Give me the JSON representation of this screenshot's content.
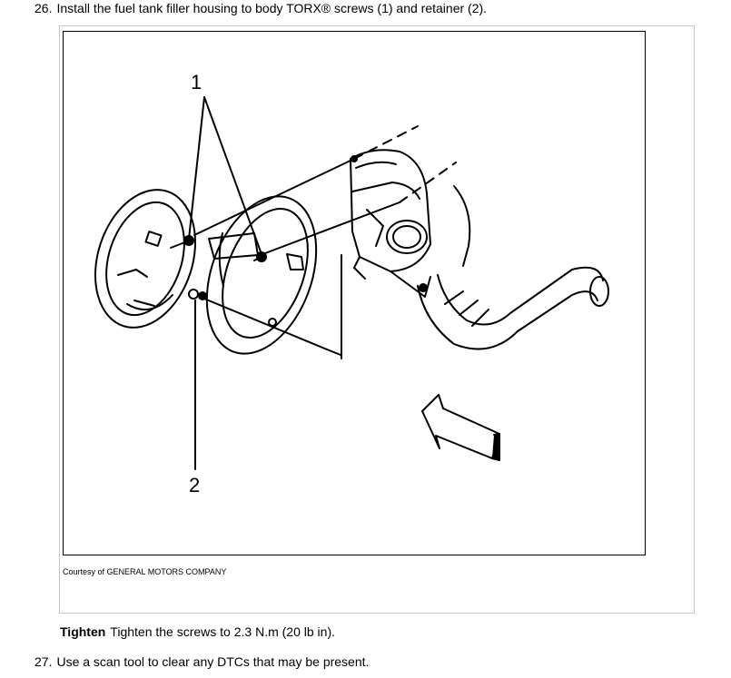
{
  "steps": [
    {
      "number": "26.",
      "text": "Install the fuel tank filler housing to body TORX® screws (1) and retainer (2)."
    },
    {
      "number": "27.",
      "text": "Use a scan tool to clear any DTCs that may be present."
    }
  ],
  "figure": {
    "callouts": [
      "1",
      "2"
    ],
    "caption": "Courtesy of GENERAL MOTORS COMPANY"
  },
  "tighten": {
    "label": "Tighten",
    "text": "Tighten the screws to 2.3 N.m (20 lb in)."
  }
}
